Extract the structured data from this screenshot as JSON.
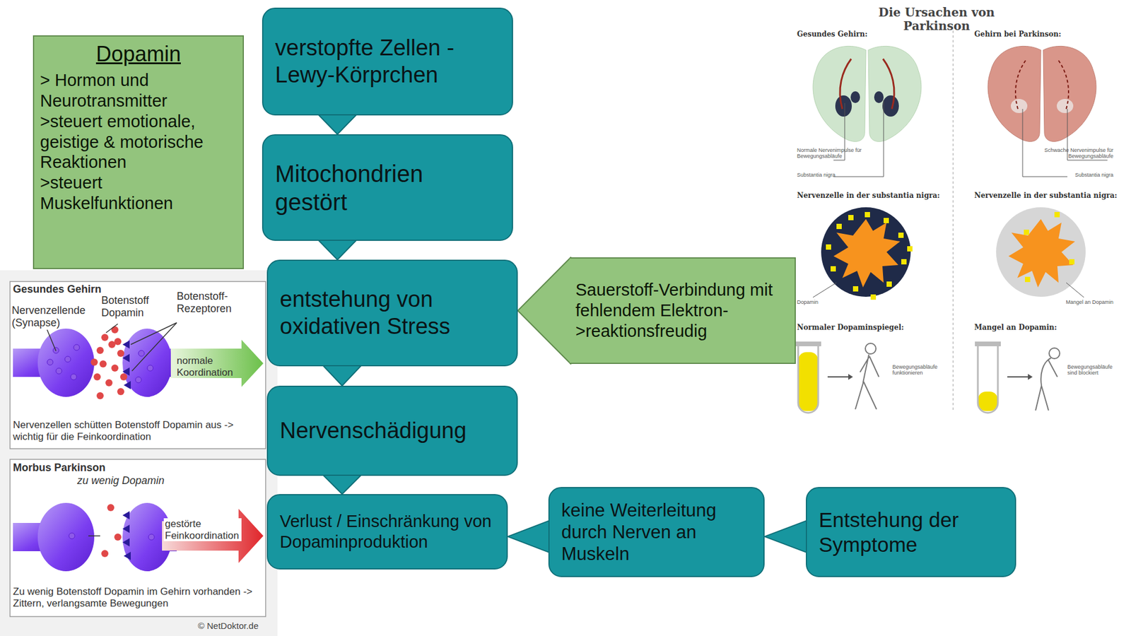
{
  "diagram": {
    "nodes": [
      {
        "text": [
          "Dopamin",
          "> Hormon und Neurotransmitter",
          ">steuert emotionale, geistige & motorische Reaktionen",
          ">steuert Muskelfunktionen"
        ]
      },
      {
        "text": [
          "verstopfte Zellen - Lewy-Körprchen"
        ]
      },
      {
        "text": [
          "Mitochondrien gestört"
        ]
      },
      {
        "text": [
          "entstehung von oxidativen Stress"
        ]
      },
      {
        "text": [
          "Nervenschädigung"
        ]
      },
      {
        "text": [
          "Verlust / Einschränkung von Dopaminproduktion"
        ]
      },
      {
        "text": [
          "Sauerstoff-Verbindung mit fehlendem Elektron->reaktionsfreudig"
        ]
      },
      {
        "text": [
          "keine Weiterleitung durch Nerven an Muskeln"
        ]
      },
      {
        "text": [
          "Entstehung der Symptome"
        ]
      }
    ],
    "edges": [
      {
        "from": 1,
        "to": 2,
        "arrow": "to"
      },
      {
        "from": 2,
        "to": 3,
        "arrow": "to"
      },
      {
        "from": 3,
        "to": 4,
        "arrow": "to"
      },
      {
        "from": 4,
        "to": 5,
        "arrow": "to"
      },
      {
        "from": 6,
        "to": 3,
        "arrow": "to"
      },
      {
        "from": 7,
        "to": 5,
        "arrow": "to"
      },
      {
        "from": 8,
        "to": 7,
        "arrow": "to"
      }
    ],
    "labels": [
      "Die Ursachen von Parkinson",
      "Gesundes Gehirn:",
      "Gehirn bei Parkinson:",
      "Normale Nervenimpulse für Bewegungsabläufe",
      "Substantia nigra",
      "Schwache Nervenimpulse für Bewegungsabläufe",
      "Substantia nigra",
      "Nervenzelle in der substantia nigra:",
      "Nervenzelle in der substantia nigra:",
      "Dopamin",
      "Mangel an Dopamin",
      "Normaler Dopaminspiegel:",
      "Mangel an Dopamin:",
      "Bewegungsabläufe funktionieren",
      "Bewegungsabläufe sind blockiert",
      "Gesundes Gehirn",
      "Nervenzellende (Synapse)",
      "Botenstoff Dopamin",
      "Botenstoff-Rezeptoren",
      "normale Koordination",
      "Nervenzellen schütten Botenstoff Dopamin aus -> wichtig für die Feinkoordination",
      "Morbus Parkinson",
      "zu wenig Dopamin",
      "gestörte Feinkoordination",
      "Zu wenig Botenstoff Dopamin im Gehirn vorhanden -> Zittern, verlangsamte Bewegungen",
      "© NetDoktor.de"
    ]
  }
}
